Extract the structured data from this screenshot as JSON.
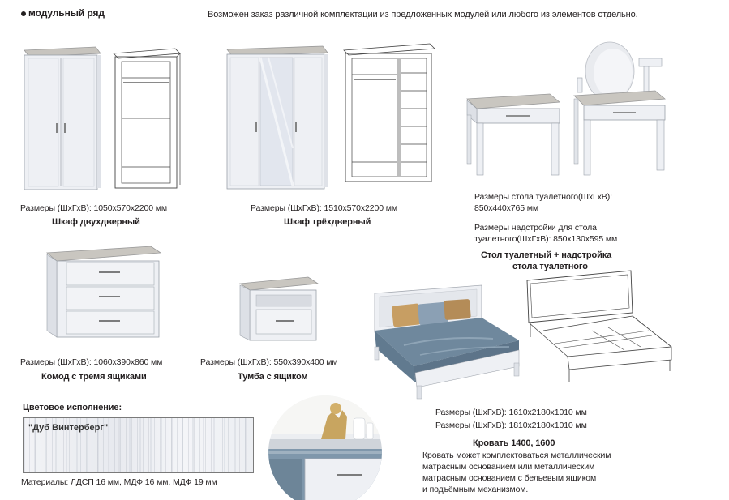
{
  "header": {
    "section_title": "модульный ряд",
    "note": "Возможен заказ различной комплектации из предложенных модулей или любого из элементов отдельно."
  },
  "wardrobe2": {
    "dims": "Размеры (ШхГхВ): 1050х570х2200 мм",
    "name": "Шкаф двухдверный"
  },
  "wardrobe3": {
    "dims": "Размеры (ШхГхВ): 1510х570х2200 мм",
    "name": "Шкаф трёхдверный"
  },
  "dressing": {
    "dims_table_1": "Размеры стола туалетного(ШхГхВ):",
    "dims_table_2": "850х440х765 мм",
    "dims_top_1": "Размеры надстройки для стола",
    "dims_top_2": "туалетного(ШхГхВ): 850х130х595 мм",
    "name_1": "Стол туалетный + надстройка",
    "name_2": "стола туалетного"
  },
  "chest": {
    "dims": "Размеры (ШхГхВ): 1060х390х860 мм",
    "name": "Комод с тремя ящиками"
  },
  "nightstand": {
    "dims": "Размеры (ШхГхВ): 550х390х400 мм",
    "name": "Тумба с ящиком"
  },
  "bed": {
    "dims_1": "Размеры (ШхГхВ): 1610х2180х1010 мм",
    "dims_2": "Размеры (ШхГхВ): 1810х2180х1010 мм",
    "name": "Кровать 1400, 1600",
    "desc_1": "Кровать может комплектоваться металлическим",
    "desc_2": "матрасным основанием или металлическим",
    "desc_3": "матрасным основанием с бельевым ящиком",
    "desc_4": "и подъёмным механизмом."
  },
  "color": {
    "title": "Цветовое исполнение:",
    "swatch_name": "\"Дуб Винтерберг\"",
    "materials": "Материалы: ЛДСП 16 мм, МДФ 16 мм, МДФ 19 мм"
  },
  "colors": {
    "body_white": "#eef0f4",
    "top_gray": "#c9c6c0",
    "bed_blue": "#7b93a6",
    "text": "#231f20"
  }
}
